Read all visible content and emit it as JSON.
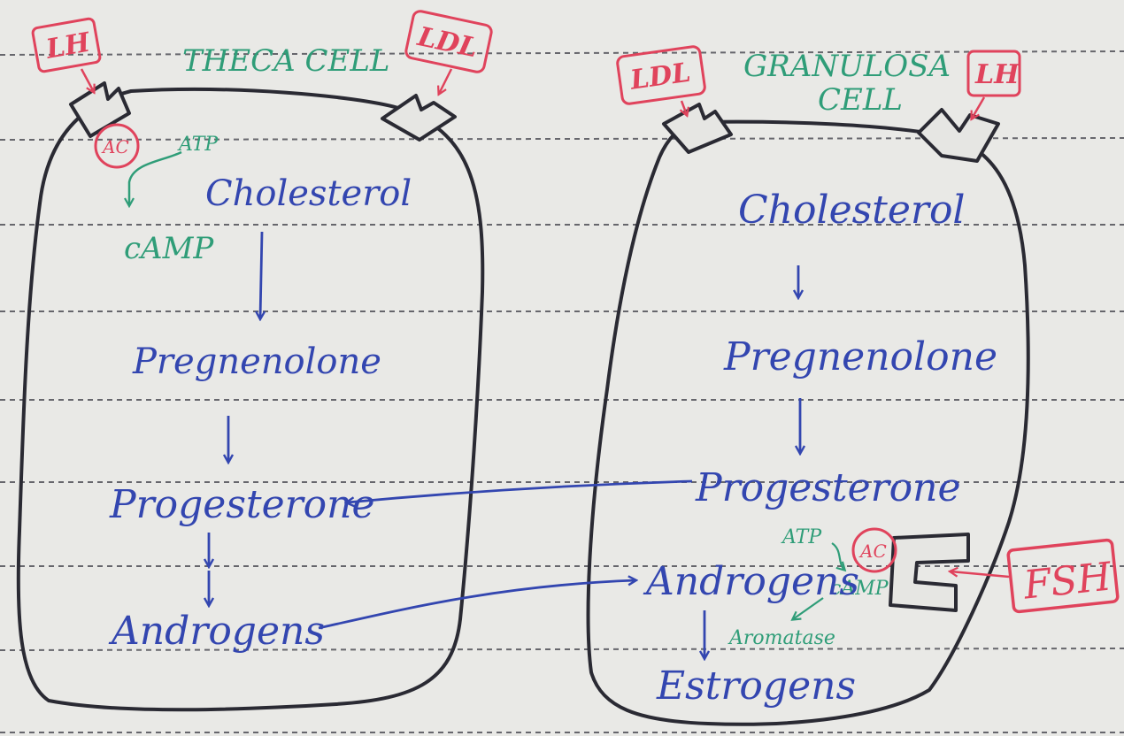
{
  "colors": {
    "paper": "#e9e9e6",
    "rule_line": "#3b3b44",
    "membrane": "#2a2a33",
    "pathway_blue": "#3346b0",
    "label_green": "#2f9d78",
    "hormone_red": "#e0435c"
  },
  "theca": {
    "title": "THECA CELL",
    "lh": "LH",
    "ldl": "LDL",
    "ac": "AC",
    "atp": "ATP",
    "camp": "cAMP",
    "cholesterol": "Cholesterol",
    "pregnenolone": "Pregnenolone",
    "progesterone": "Progesterone",
    "androgens": "Androgens"
  },
  "granulosa": {
    "title_line1": "GRANULOSA",
    "title_line2": "CELL",
    "ldl": "LDL",
    "lh": "LH",
    "cholesterol": "Cholesterol",
    "pregnenolone": "Pregnenolone",
    "progesterone": "Progesterone",
    "atp": "ATP",
    "ac": "AC",
    "camp": "cAMP",
    "androgens": "Androgens",
    "aromatase": "Aromatase",
    "estrogens": "Estrogens",
    "fsh": "FSH"
  }
}
